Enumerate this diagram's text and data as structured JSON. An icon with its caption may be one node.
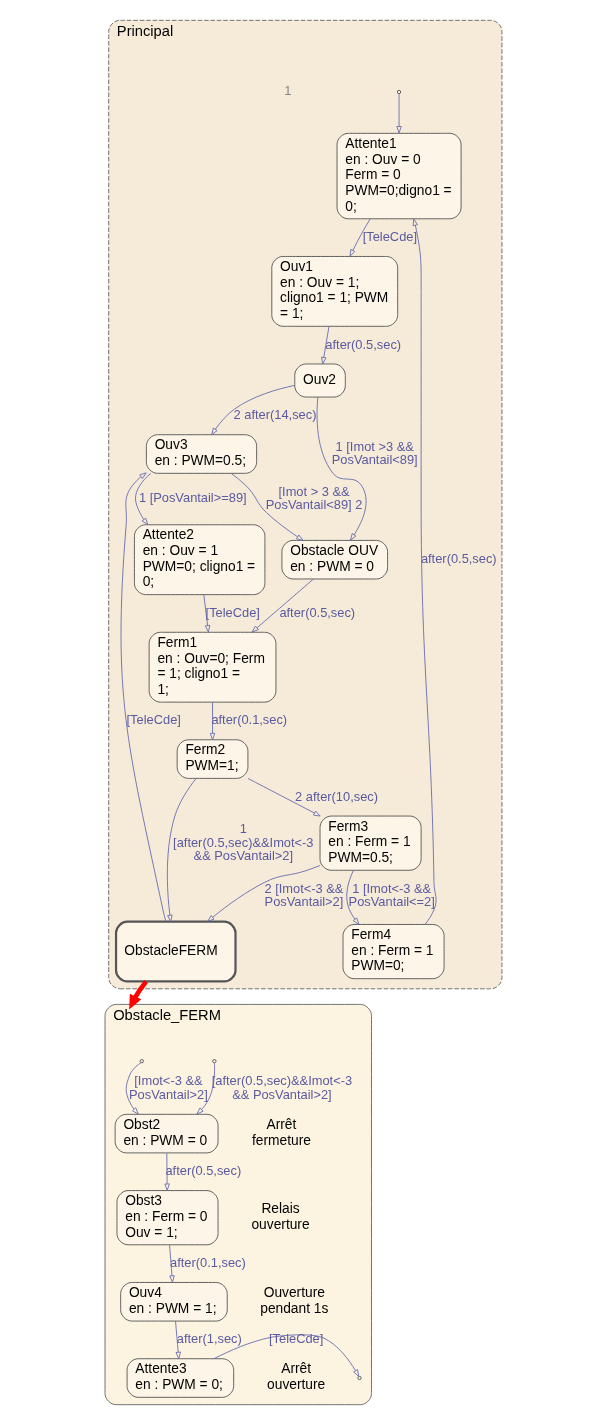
{
  "diagram": {
    "nodes": [
      {
        "text": [
          "Principal"
        ]
      },
      {
        "text": [
          "Attente1",
          "en : Ouv = 0 Ferm = 0 PWM=0;digno1 = 0;"
        ],
        "in": 0
      },
      {
        "text": [
          "Ouv1",
          "en : Ouv = 1; cligno1 = 1; PWM = 1;"
        ],
        "in": 0
      },
      {
        "text": [
          "Ouv2"
        ],
        "in": 0
      },
      {
        "text": [
          "Ouv3",
          "en : PWM=0.5;"
        ],
        "in": 0
      },
      {
        "text": [
          "Obstacle OUV",
          "en : PWM = 0"
        ],
        "in": 0
      },
      {
        "text": [
          "Attente2",
          "en : Ouv = 1 PWM=0; cligno1 = 0;"
        ],
        "in": 0
      },
      {
        "text": [
          "Ferm1",
          "en : Ouv=0; Ferm = 1; cligno1 = 1;"
        ],
        "in": 0
      },
      {
        "text": [
          "Ferm2",
          "PWM=1;"
        ],
        "in": 0
      },
      {
        "text": [
          "Ferm3",
          "en : Ferm = 1 PWM=0.5;"
        ],
        "in": 0
      },
      {
        "text": [
          "ObstacleFERM"
        ],
        "in": 0
      },
      {
        "text": [
          "Ferm4",
          "en : Ferm = 1 PWM=0;"
        ],
        "in": 0
      },
      {
        "text": [
          "Obstacle_FERM"
        ]
      },
      {
        "text": [
          "Obst2",
          "en : PWM = 0"
        ],
        "in": 12,
        "beside": [
          "Arrêt fermeture"
        ]
      },
      {
        "text": [
          "Obst3",
          "en : Ferm = 0 Ouv = 1;"
        ],
        "in": 12,
        "beside": [
          "Relais ouverture"
        ]
      },
      {
        "text": [
          "Ouv4",
          "en : PWM = 1;"
        ],
        "in": 12,
        "beside": [
          "Ouverture pendant 1s"
        ]
      },
      {
        "text": [
          "Attente3",
          "en : PWM = 0;"
        ],
        "in": 12,
        "beside": [
          "Arrêt ouverture"
        ]
      }
    ],
    "edges": [
      {
        "from": null,
        "to": 1,
        "arrow": "to"
      },
      {
        "from": 1,
        "to": 2,
        "arrow": "to",
        "label": "[TeleCde]"
      },
      {
        "from": 2,
        "to": 3,
        "arrow": "to",
        "label": "after(0.5,sec)"
      },
      {
        "from": 3,
        "to": 5,
        "arrow": "to",
        "label": "1 [Imot >3 && PosVantail<89]"
      },
      {
        "from": 3,
        "to": 4,
        "arrow": "to",
        "label": "2 after(14,sec)"
      },
      {
        "from": 4,
        "to": 5,
        "arrow": "to",
        "label": "[Imot > 3 && PosVantail<89] 2"
      },
      {
        "from": 4,
        "to": 6,
        "arrow": "to",
        "label": "1 [PosVantail>=89]"
      },
      {
        "from": 6,
        "to": 7,
        "arrow": "to",
        "label": "[TeleCde]"
      },
      {
        "from": 5,
        "to": 7,
        "arrow": "to",
        "label": "after(0.5,sec)"
      },
      {
        "from": 10,
        "to": 4,
        "arrow": "to",
        "label": "[TeleCde]"
      },
      {
        "from": 7,
        "to": 8,
        "arrow": "to",
        "label": "after(0.1,sec)"
      },
      {
        "from": 8,
        "to": 10,
        "arrow": "to",
        "label": "1 [after(0.5,sec)&&Imot<-3 && PosVantail>2]"
      },
      {
        "from": 8,
        "to": 9,
        "arrow": "to",
        "label": "2 after(10,sec)"
      },
      {
        "from": 9,
        "to": 10,
        "arrow": "to",
        "label": "2 [Imot<-3 && PosVantail>2]"
      },
      {
        "from": 9,
        "to": 11,
        "arrow": "to",
        "label": "1 [Imot<-3 && PosVantail<=2]"
      },
      {
        "from": 11,
        "to": 1,
        "arrow": "to",
        "label": "after(0.5,sec)"
      },
      {
        "from": 10,
        "to": 12,
        "arrow": "to",
        "style": "thick",
        "color": "#ff0000"
      },
      {
        "from": null,
        "to": 13,
        "arrow": "to",
        "label": "[Imot<-3 && PosVantail>2]"
      },
      {
        "from": null,
        "to": 13,
        "arrow": "to",
        "label": "[after(0.5,sec)&&Imot<-3 && PosVantail>2]"
      },
      {
        "from": 13,
        "to": 14,
        "arrow": "to",
        "label": "after(0.5,sec)"
      },
      {
        "from": 14,
        "to": 15,
        "arrow": "to",
        "label": "after(0.1,sec)"
      },
      {
        "from": 15,
        "to": 16,
        "arrow": "to",
        "label": "after(1,sec)"
      },
      {
        "from": 16,
        "to": null,
        "arrow": "to",
        "label": "[TeleCde]"
      }
    ],
    "labels": [
      "1"
    ]
  }
}
